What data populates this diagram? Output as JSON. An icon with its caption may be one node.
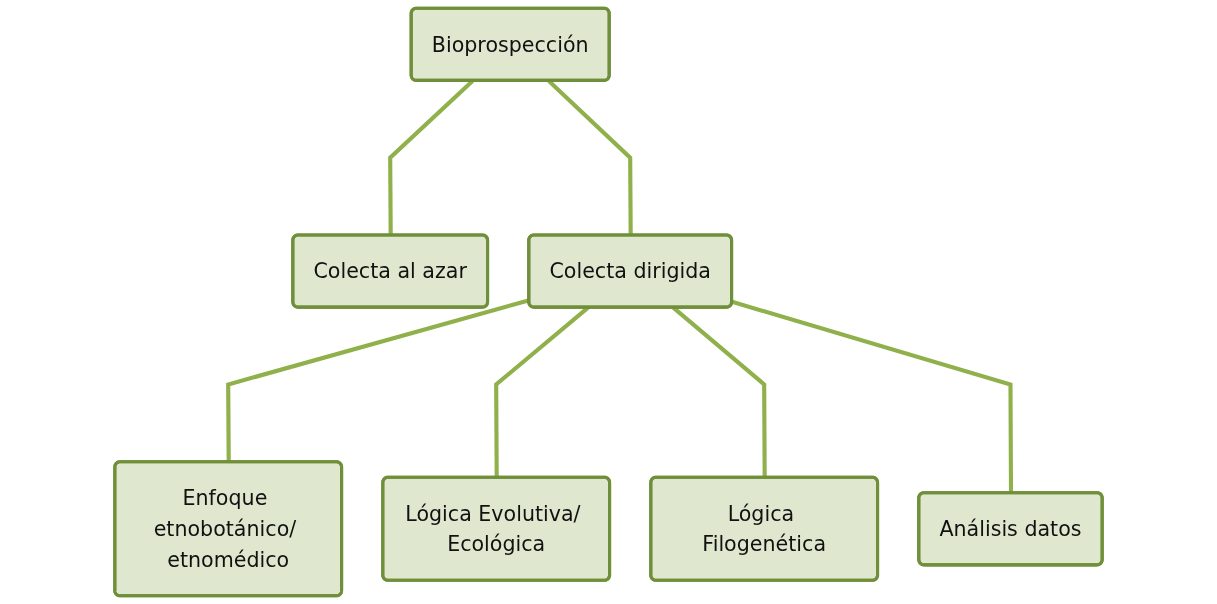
{
  "diagram": {
    "nodes": [
      {
        "text": [
          "Bioprospección"
        ]
      },
      {
        "text": [
          "Colecta al azar"
        ]
      },
      {
        "text": [
          "Colecta dirigida"
        ]
      },
      {
        "text": [
          "Enfoque etnobotánico/ etnomédico"
        ]
      },
      {
        "text": [
          "Lógica Evolutiva/ Ecológica"
        ]
      },
      {
        "text": [
          "Lógica Filogenética"
        ]
      },
      {
        "text": [
          "Análisis datos"
        ]
      }
    ],
    "edges": [
      {
        "from": 0,
        "to": 1,
        "arrow": "none"
      },
      {
        "from": 0,
        "to": 2,
        "arrow": "none"
      },
      {
        "from": 2,
        "to": 3,
        "arrow": "none"
      },
      {
        "from": 2,
        "to": 4,
        "arrow": "none"
      },
      {
        "from": 2,
        "to": 5,
        "arrow": "none"
      },
      {
        "from": 2,
        "to": 6,
        "arrow": "none"
      }
    ]
  }
}
